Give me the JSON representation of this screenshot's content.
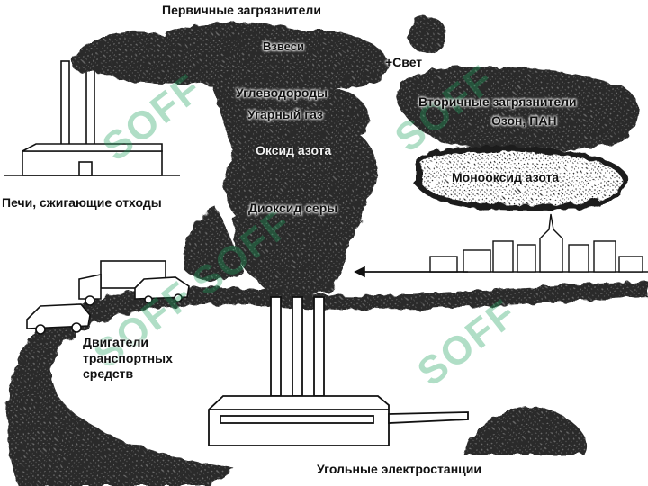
{
  "labels": {
    "primary_pollutants": "Первичные загрязнители",
    "suspended_particles": "Взвеси",
    "light": "+Свет",
    "hydrocarbons": "Углеводороды",
    "carbon_monoxide": "Угарный газ",
    "nitrogen_oxide": "Оксид азота",
    "sulfur_dioxide": "Диоксид серы",
    "secondary_pollutants": "Вторичные загрязнители",
    "ozone_pan": "Озон, ПАН",
    "nitrogen_monoxide": "Монооксид азота",
    "incinerators": "Печи, сжигающие отходы",
    "vehicle_engines": "Двигатели\nтранспортных\nсредств",
    "coal_power_plants": "Угольные электростанции"
  },
  "watermark": "SOFF",
  "colors": {
    "smoke": "#1a1a1a",
    "ink": "#111111",
    "watermark": "#1fa35f"
  }
}
